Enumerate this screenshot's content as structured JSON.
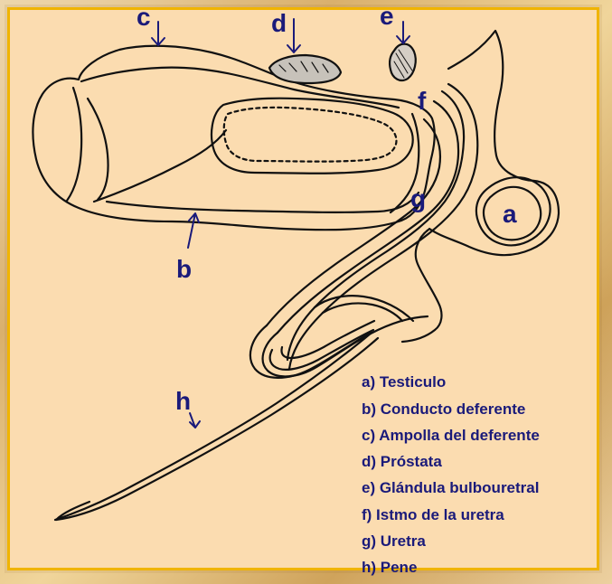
{
  "labels": {
    "a": "a",
    "b": "b",
    "c": "c",
    "d": "d",
    "e": "e",
    "f": "f",
    "g": "g",
    "h": "h"
  },
  "legend": [
    "a) Testiculo",
    "b) Conducto deferente",
    "c) Ampolla del deferente",
    "d) Próstata",
    "e) Glándula bulbouretral",
    "f) Istmo de la uretra",
    "g) Uretra",
    "h) Pene"
  ],
  "colors": {
    "frame": "#f0b400",
    "panel": "#fbdcb0",
    "ink": "#1a1a7a",
    "drawing": "#111111"
  }
}
